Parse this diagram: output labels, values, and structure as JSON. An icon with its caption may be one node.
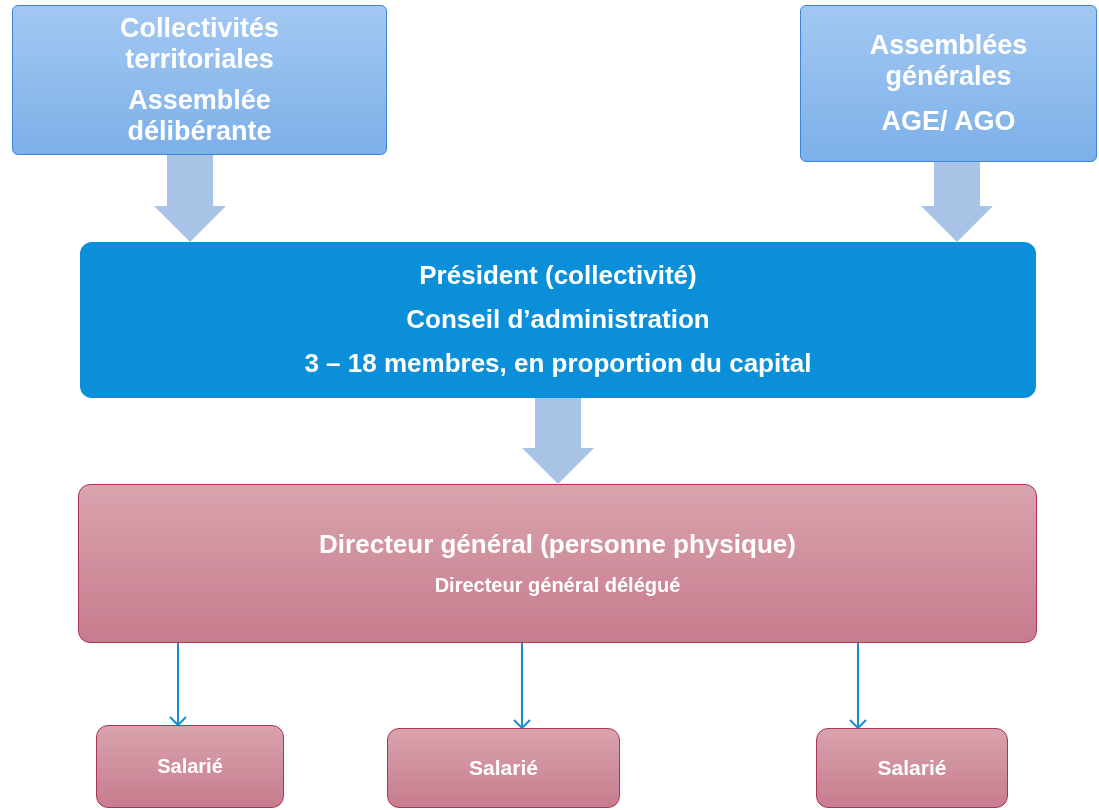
{
  "diagram": {
    "nodes": [
      {
        "text": [
          "Collectivités territoriales",
          "Assemblée délibérante"
        ]
      },
      {
        "text": [
          "Assemblées générales",
          "AGE/ AGO"
        ]
      },
      {
        "text": [
          "Président (collectivité)",
          "Conseil d’administration",
          "3 – 18 membres, en proportion du capital"
        ]
      },
      {
        "text": [
          "Directeur général (personne physique)",
          "Directeur général délégué"
        ]
      },
      {
        "text": [
          "Salarié"
        ]
      },
      {
        "text": [
          "Salarié"
        ]
      },
      {
        "text": [
          "Salarié"
        ]
      }
    ],
    "edges": [
      {
        "from": 0,
        "to": 2,
        "arrow": "to",
        "style": "thick",
        "color": "#a9c3e6"
      },
      {
        "from": 1,
        "to": 2,
        "arrow": "to",
        "style": "thick",
        "color": "#a9c3e6"
      },
      {
        "from": 2,
        "to": 3,
        "arrow": "to",
        "style": "thick",
        "color": "#a9c3e6"
      },
      {
        "from": 3,
        "to": 4,
        "arrow": "to",
        "color": "#1a8ad4"
      },
      {
        "from": 3,
        "to": 5,
        "arrow": "to",
        "color": "#1a8ad4"
      },
      {
        "from": 3,
        "to": 6,
        "arrow": "to",
        "color": "#1a8ad4"
      }
    ]
  }
}
